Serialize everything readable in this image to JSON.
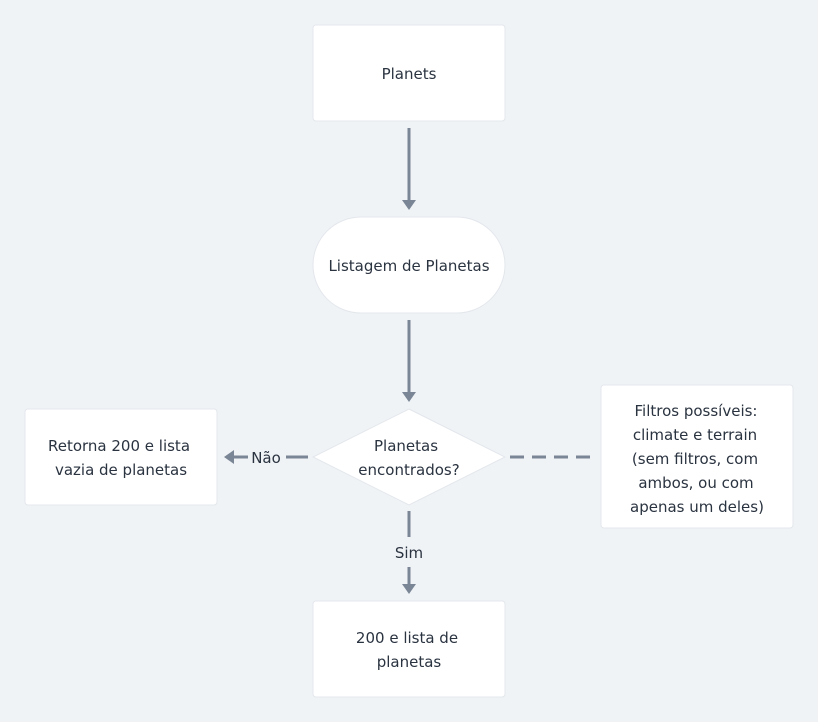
{
  "diagram": {
    "nodes": {
      "planets": {
        "lines": [
          "Planets"
        ]
      },
      "listagem": {
        "lines": [
          "Listagem de Planetas"
        ]
      },
      "decision": {
        "lines": [
          "Planetas",
          "encontrados?"
        ]
      },
      "empty": {
        "lines": [
          "Retorna 200 e lista",
          "vazia de planetas"
        ]
      },
      "note": {
        "lines": [
          "Filtros possíveis:",
          "climate e terrain",
          "(sem filtros, com",
          "ambos, ou com",
          "apenas um deles)"
        ]
      },
      "result": {
        "lines": [
          "200 e lista de",
          "planetas"
        ]
      }
    },
    "edges": {
      "no_label": "Não",
      "yes_label": "Sim"
    },
    "colors": {
      "background": "#f0f3f6",
      "node_fill": "#ffffff",
      "node_stroke": "#e3e7ec",
      "connector": "#7a8696",
      "text": "#2a3340"
    }
  }
}
